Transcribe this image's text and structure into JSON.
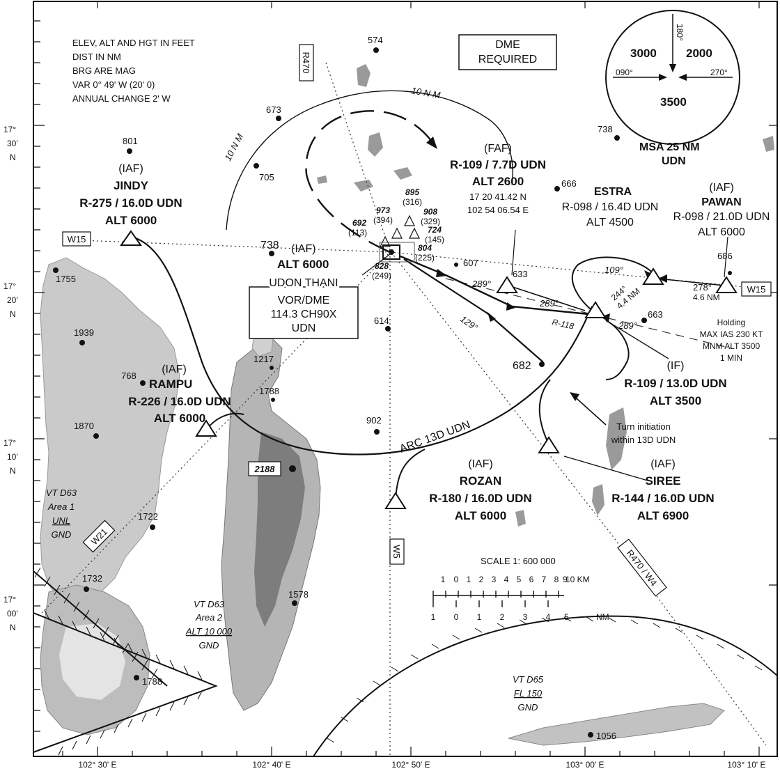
{
  "notes": [
    "ELEV, ALT AND HGT IN FEET",
    "DIST IN NM",
    "BRG ARE MAG",
    "VAR 0° 49' W (20' 0)",
    "ANNUAL CHANGE 2' W"
  ],
  "dme_required": [
    "DME",
    "REQUIRED"
  ],
  "msa": {
    "label_1": "MSA 25 NM",
    "label_2": "UDN",
    "sector_left": "3000",
    "sector_right": "2000",
    "sector_bottom": "3500",
    "brg_top": "180°",
    "brg_left": "090°",
    "brg_right": "270°"
  },
  "airways": {
    "r470": "R470",
    "w15_left": "W15",
    "w15_right": "W15",
    "w21": "W21",
    "w5": "W5",
    "r470_w4": "R470 / W4"
  },
  "udon": {
    "ident": "UDON THANI",
    "line1": "VOR/DME",
    "line2": "114.3 CH90X",
    "line3": "UDN"
  },
  "fixes": {
    "jindy": {
      "role": "(IAF)",
      "name": "JINDY",
      "radial": "R-275 / 16.0D UDN",
      "alt": "ALT 6000"
    },
    "udon_iaf": {
      "role": "(IAF)",
      "alt": "ALT 6000"
    },
    "faf": {
      "role": "(FAF)",
      "radial": "R-109 / 7.7D UDN",
      "alt": "ALT 2600",
      "lat": "17 20 41.42 N",
      "lon": "102 54 06.54 E"
    },
    "estra": {
      "name": "ESTRA",
      "radial": "R-098 / 16.4D UDN",
      "alt": "ALT 4500"
    },
    "pawan": {
      "role": "(IAF)",
      "name": "PAWAN",
      "radial": "R-098 / 21.0D UDN",
      "alt": "ALT 6000"
    },
    "rampu": {
      "role": "(IAF)",
      "name": "RAMPU",
      "radial": "R-226 / 16.0D UDN",
      "alt": "ALT 6000"
    },
    "if": {
      "role": "(IF)",
      "radial": "R-109 / 13.0D UDN",
      "alt": "ALT 3500"
    },
    "rozan": {
      "role": "(IAF)",
      "name": "ROZAN",
      "radial": "R-180 / 16.0D UDN",
      "alt": "ALT 6000"
    },
    "siree": {
      "role": "(IAF)",
      "name": "SIREE",
      "radial": "R-144 / 16.0D UDN",
      "alt": "ALT 6900"
    }
  },
  "holding": {
    "title": "Holding",
    "ias": "MAX IAS 230 KT",
    "alt": "MNM ALT 3500",
    "time": "1 MIN",
    "brg_in": "109°",
    "brg_out": "278°",
    "leg": "4.6 NM",
    "radial": "244°",
    "dist": "4.4 NM"
  },
  "courses": {
    "c289_a": "289°",
    "c289_b": "289°",
    "c289_c": "289°",
    "c129": "129°",
    "r118": "R-118"
  },
  "arc_label": "ARC 13D UDN",
  "turn_note_1": "Turn initiation",
  "turn_note_2": "within 13D UDN",
  "ten_nm_top": "10 N M",
  "ten_nm_left": "10 N M",
  "spot_elevations": [
    "574",
    "673",
    "801",
    "705",
    "738",
    "738",
    "666",
    "686",
    "663",
    "607",
    "633",
    "614",
    "682",
    "1217",
    "1788",
    "768",
    "1939",
    "1755",
    "1870",
    "902",
    "2188",
    "1722",
    "1732",
    "1578",
    "1788",
    "1056"
  ],
  "obstacles": [
    {
      "elev": "895",
      "hgt": "(316)"
    },
    {
      "elev": "973",
      "hgt": "(394)"
    },
    {
      "elev": "908",
      "hgt": "(329)"
    },
    {
      "elev": "692",
      "hgt": "(113)"
    },
    {
      "elev": "724",
      "hgt": "(145)"
    },
    {
      "elev": "804",
      "hgt": "(225)"
    },
    {
      "elev": "828",
      "hgt": "(249)"
    }
  ],
  "restricted": {
    "d63_1": [
      "VT D63",
      "Area 1",
      "UNL",
      "GND"
    ],
    "d63_2": [
      "VT D63",
      "Area 2",
      "ALT 10 000",
      "GND"
    ],
    "d65": [
      "VT D65",
      "FL 150",
      "GND"
    ]
  },
  "scale": {
    "title": "SCALE 1: 600 000",
    "km_ticks": [
      "1",
      "0",
      "1",
      "2",
      "3",
      "4",
      "5",
      "6",
      "7",
      "8",
      "9",
      "10 KM"
    ],
    "nm_ticks": [
      "1",
      "0",
      "1",
      "2",
      "3",
      "4",
      "5",
      "NM"
    ]
  },
  "lat_labels": [
    [
      "17°",
      "30'",
      "N"
    ],
    [
      "17°",
      "20'",
      "N"
    ],
    [
      "17°",
      "10'",
      "N"
    ],
    [
      "17°",
      "00'",
      "N"
    ]
  ],
  "lon_labels": [
    "102° 30' E",
    "102° 40' E",
    "102° 50' E",
    "103° 00' E",
    "103° 10' E"
  ],
  "colors": {
    "terrain_light": "#c8c8c8",
    "terrain_dark": "#8a8a8a",
    "ink": "#111111",
    "paper": "#ffffff"
  }
}
